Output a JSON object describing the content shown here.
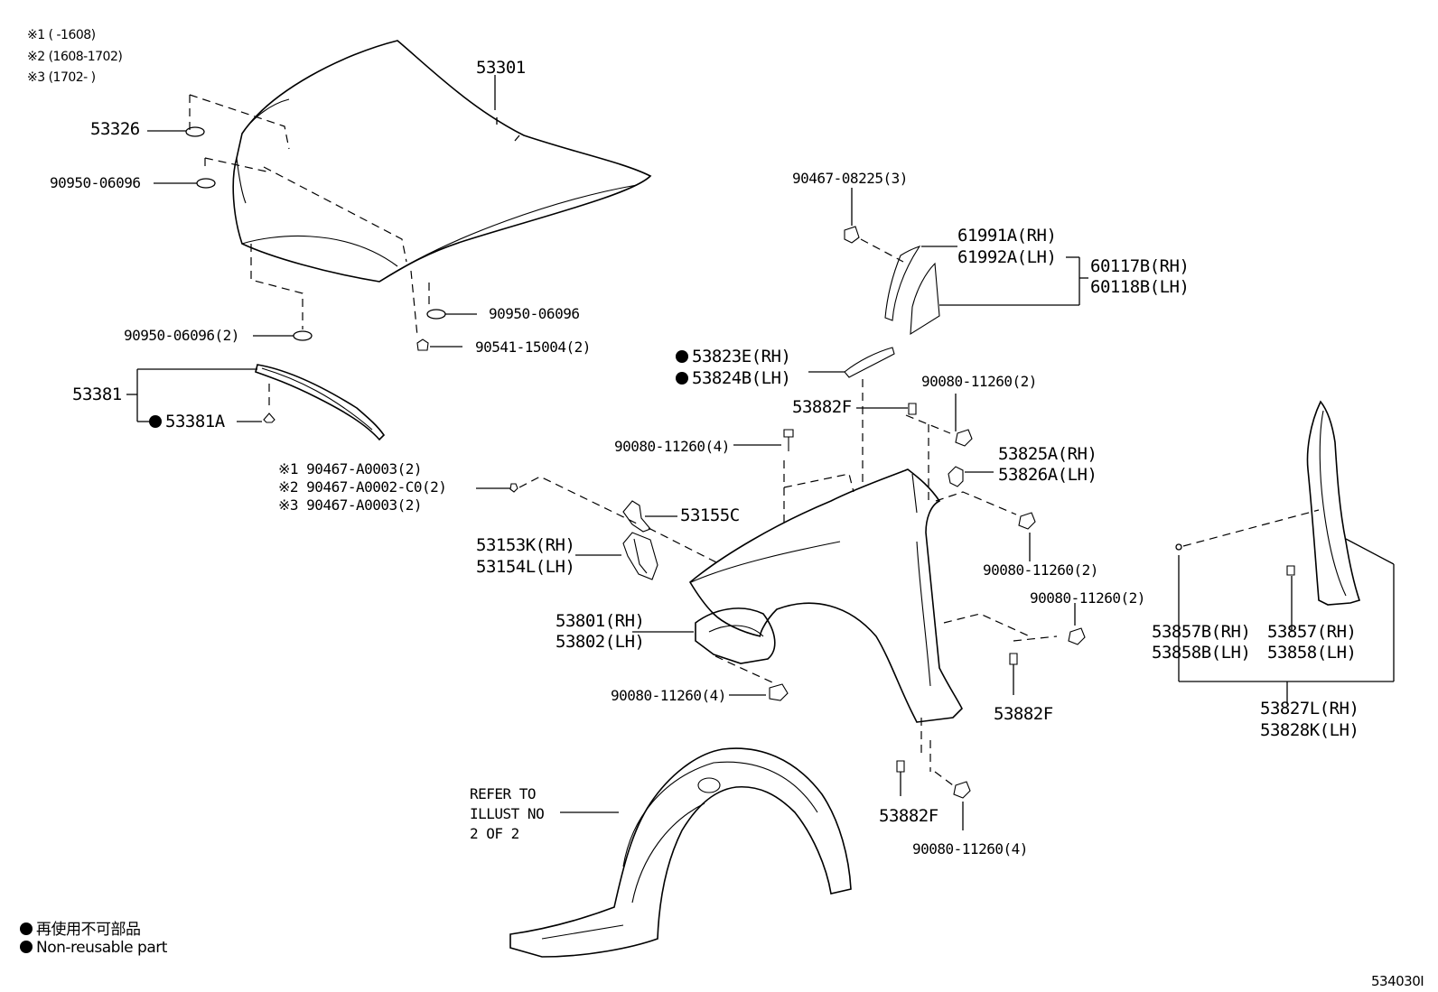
{
  "notes": {
    "n1": "※1 (      -1608)",
    "n2": "※2 (1608-1702)",
    "n3": "※3 (1702-      )"
  },
  "parts": {
    "p53301": "53301",
    "p53326": "53326",
    "p90950_a": "90950-06096",
    "p90950_b": "90950-06096(2)",
    "p90950_c": "90950-06096",
    "p90541": "90541-15004(2)",
    "p53381": "53381",
    "p53381A": "53381A",
    "p90467_n1": "※1 90467-A0003(2)",
    "p90467_n2": "※2 90467-A0002-C0(2)",
    "p90467_n3": "※3 90467-A0003(2)",
    "p90467_08225": "90467-08225(3)",
    "p61991A": "61991A(RH)",
    "p61992A": "61992A(LH)",
    "p60117B": "60117B(RH)",
    "p60118B": "60118B(LH)",
    "p53823E": "53823E(RH)",
    "p53824B": "53824B(LH)",
    "p53882F_a": "53882F",
    "p90080_a": "90080-11260(2)",
    "p90080_b": "90080-11260(4)",
    "p53825A": "53825A(RH)",
    "p53826A": "53826A(LH)",
    "p53155C": "53155C",
    "p53153K": "53153K(RH)",
    "p53154L": "53154L(LH)",
    "p90080_c": "90080-11260(2)",
    "p90080_d": "90080-11260(2)",
    "p53801": "53801(RH)",
    "p53802": "53802(LH)",
    "p90080_e": "90080-11260(4)",
    "p53882F_b": "53882F",
    "p53882F_c": "53882F",
    "p90080_f": "90080-11260(4)",
    "p53857B": "53857B(RH)",
    "p53858B": "53858B(LH)",
    "p53857": "53857(RH)",
    "p53858": "53858(LH)",
    "p53827L": "53827L(RH)",
    "p53828K": "53828K(LH)"
  },
  "refer": {
    "line1": "REFER TO",
    "line2": "ILLUST NO",
    "line3": "2 OF 2"
  },
  "legend": {
    "jp": "再使用不可部品",
    "en": "Non-reusable part"
  },
  "illustration_id": "534030I"
}
